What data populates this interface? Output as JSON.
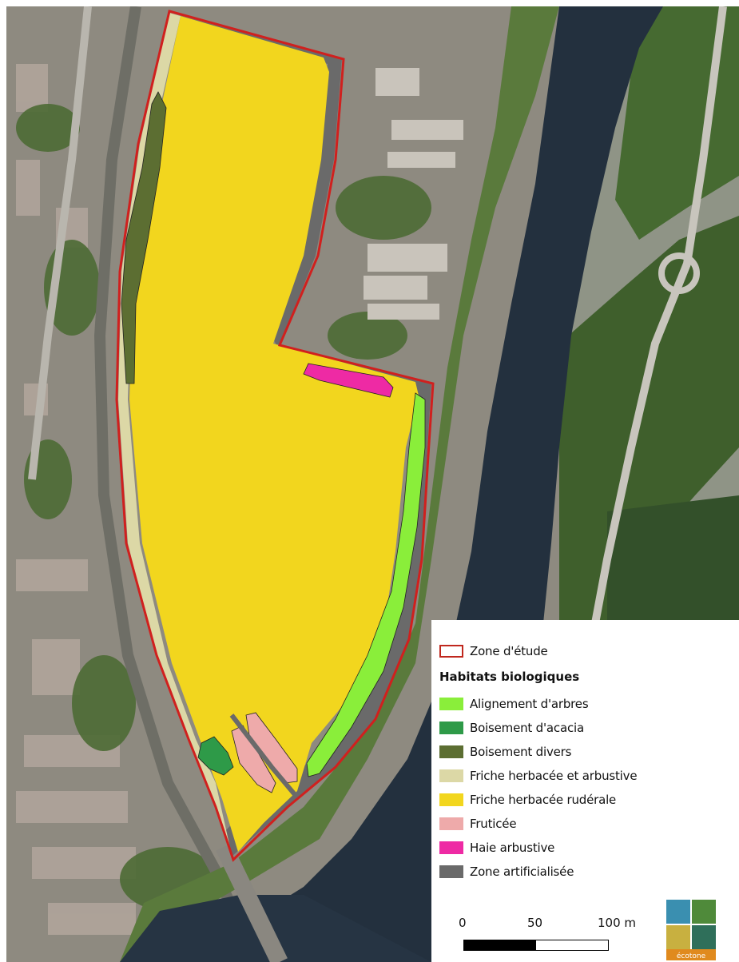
{
  "map": {
    "colors": {
      "water": "#23303e",
      "urban": "#8e8a80",
      "vegetation": "#3c5a2a",
      "study_outline": "#d0201e"
    }
  },
  "legend": {
    "study_zone": {
      "label": "Zone d'étude",
      "outline": "#c0281e"
    },
    "title": "Habitats biologiques",
    "habitats": [
      {
        "label": "Alignement d'arbres",
        "color": "#8aee3a"
      },
      {
        "label": "Boisement d'acacia",
        "color": "#2e9a48"
      },
      {
        "label": "Boisement divers",
        "color": "#5c6e32"
      },
      {
        "label": "Friche herbacée et arbustive",
        "color": "#dcd8a6"
      },
      {
        "label": "Friche herbacée rudérale",
        "color": "#f2d61e"
      },
      {
        "label": "Fruticée",
        "color": "#eeaaaa"
      },
      {
        "label": "Haie arbustive",
        "color": "#ee2aa4"
      },
      {
        "label": "Zone artificialisée",
        "color": "#6a6a6a"
      }
    ]
  },
  "scale": {
    "tick_0": "0",
    "tick_1": "50",
    "tick_2": "100 m"
  },
  "logo": {
    "text": "écotone"
  }
}
